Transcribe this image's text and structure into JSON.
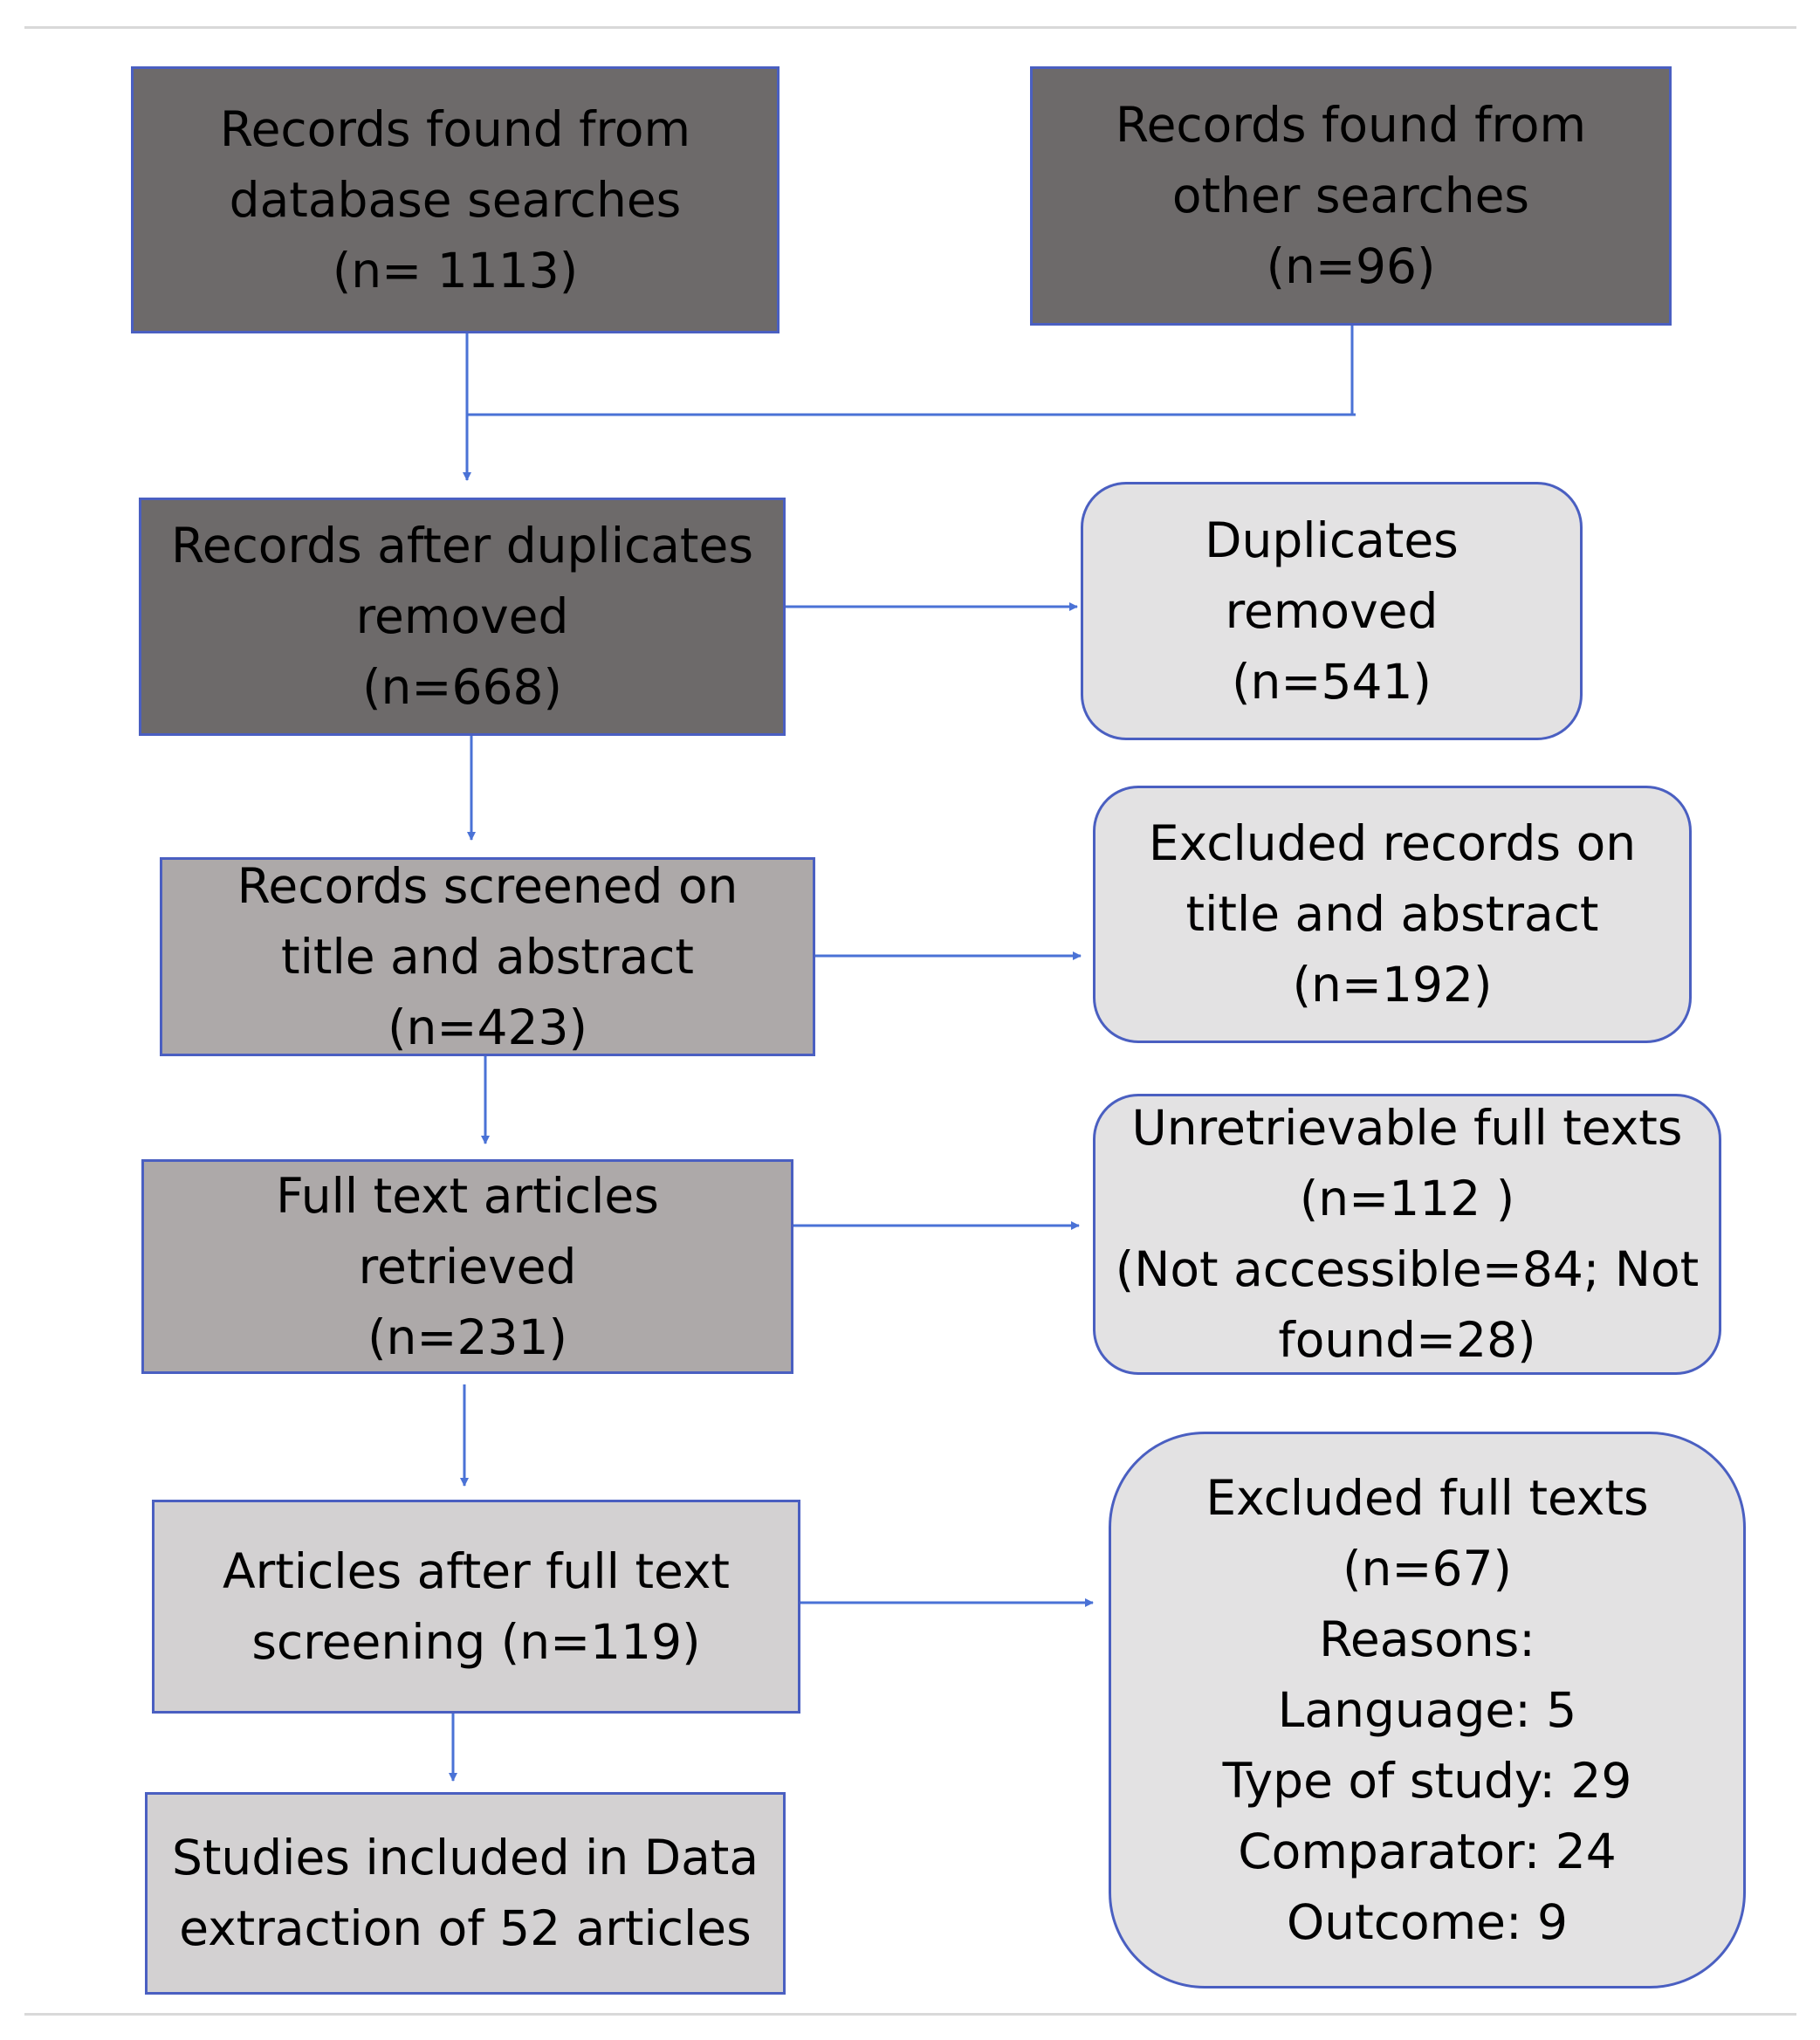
{
  "flow": {
    "database_records": [
      "Records found from",
      "database searches",
      "(n= 1113)"
    ],
    "other_records": [
      "Records found from",
      "other searches",
      "(n=96)"
    ],
    "after_duplicates": [
      "Records after duplicates",
      "removed",
      "(n=668)"
    ],
    "duplicates_removed": [
      "Duplicates",
      "removed",
      "(n=541)"
    ],
    "screened": [
      "Records screened on",
      "title and abstract",
      "(n=423)"
    ],
    "excluded_title_abstract": [
      "Excluded records on",
      "title and abstract",
      "(n=192)"
    ],
    "fulltext_retrieved": [
      "Full text articles",
      "retrieved",
      "(n=231)"
    ],
    "unretrievable": [
      "Unretrievable full texts",
      "(n=112 )",
      "(Not accessible=84; Not",
      "found=28)"
    ],
    "after_fulltext": [
      "Articles after full text",
      "screening (n=119)"
    ],
    "excluded_fulltext": [
      "Excluded full texts",
      "(n=67)",
      "Reasons:",
      "Language: 5",
      "Type of study: 29",
      "Comparator: 24",
      "Outcome: 9"
    ],
    "included": [
      "Studies included in Data",
      "extraction of 52 articles"
    ]
  },
  "colors": {
    "border": "#4a5fc1",
    "arrow": "#4a72d6",
    "dark_fill": "#6d6a6a",
    "mid_fill": "#ada9a9",
    "light_fill": "#d3d1d2",
    "side_fill": "#e3e2e3"
  }
}
